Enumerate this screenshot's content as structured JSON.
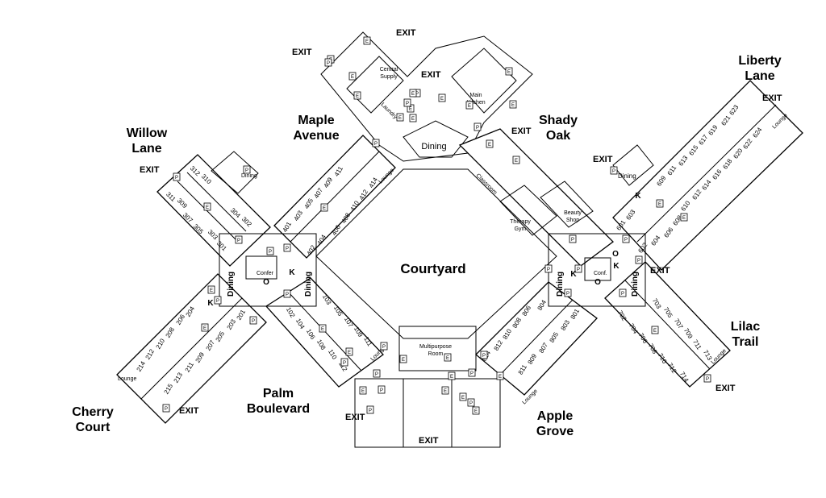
{
  "wings": {
    "willow": "Willow\nLane",
    "maple": "Maple\nAvenue",
    "shady": "Shady\nOak",
    "liberty": "Liberty\nLane",
    "cherry": "Cherry\nCourt",
    "palm": "Palm\nBoulevard",
    "apple": "Apple\nGrove",
    "lilac": "Lilac\nTrail"
  },
  "areas": {
    "courtyard": "Courtyard",
    "dining": "Dining",
    "central_supply": "Central\nSupply",
    "laundry": "Laundry",
    "main_kitchen": "Main\nKitchen",
    "classroom": "Classroom",
    "therapy_gym": "Therapy\nGym",
    "beauty_shop": "Beauty\nShop",
    "multipurpose": "Multipurpose\nRoom",
    "lounge": "Lounge",
    "confer": "Confer",
    "conf": "Conf."
  },
  "exit_text": "EXIT",
  "marker_letters": {
    "elevator": "E",
    "phone": "P",
    "kitchen": "K",
    "office": "O"
  },
  "rooms": {
    "willow": [
      "311",
      "312",
      "310",
      "309",
      "307",
      "304",
      "305",
      "303",
      "302",
      "301"
    ],
    "maple": [
      "411",
      "409",
      "407",
      "405",
      "403",
      "401",
      "414",
      "412",
      "410",
      "408",
      "406",
      "404",
      "402"
    ],
    "liberty": [
      "623",
      "621",
      "619",
      "617",
      "615",
      "613",
      "611",
      "609",
      "624",
      "622",
      "620",
      "618",
      "616",
      "614",
      "612",
      "610",
      "608",
      "606",
      "604",
      "602",
      "603",
      "601"
    ],
    "cherry": [
      "204",
      "206",
      "208",
      "210",
      "212",
      "214",
      "215",
      "213",
      "211",
      "209",
      "207",
      "205",
      "203",
      "201"
    ],
    "palm": [
      "102",
      "104",
      "106",
      "108",
      "110",
      "112",
      "103",
      "105",
      "107",
      "109",
      "111"
    ],
    "apple": [
      "804",
      "806",
      "808",
      "810",
      "812",
      "814",
      "801",
      "803",
      "805",
      "807",
      "809",
      "811"
    ],
    "lilac": [
      "702",
      "704",
      "706",
      "708",
      "710",
      "712",
      "714",
      "703",
      "705",
      "707",
      "709",
      "711",
      "713"
    ]
  }
}
